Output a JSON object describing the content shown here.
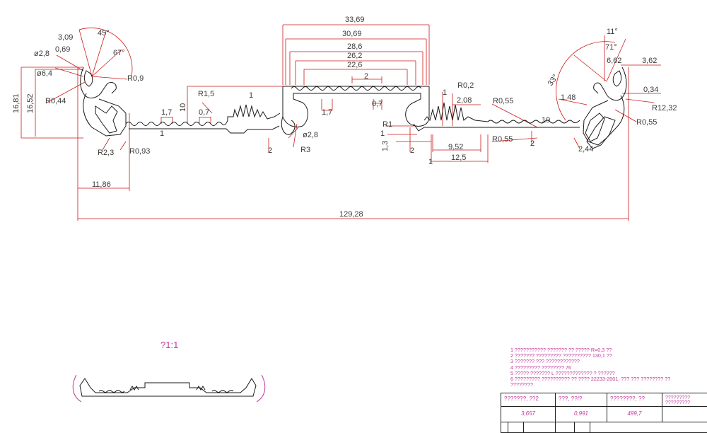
{
  "dimensions": {
    "d33_69": "33,69",
    "d30_69": "30,69",
    "d28_6": "28,6",
    "d26_2": "26,2",
    "d22_6": "22,6",
    "d2_top": "2",
    "d3_09": "3,09",
    "d45": "45°",
    "d0_69": "0,69",
    "d2_8_top": "ø2,8",
    "d67": "67°",
    "d6_4": "ø6,4",
    "dR0_9": "R0,9",
    "d16_81": "16,81",
    "d16_52": "16,52",
    "dR0_44": "R0,44",
    "dR1_5": "R1,5",
    "d1_a": "1",
    "d1_7_a": "1,7",
    "d10": "10",
    "d0_7_a": "0,7",
    "d1_b": "1",
    "d1_7_b": "1,7",
    "d0_7_b": "0,7",
    "d2_8_mid": "ø2,8",
    "d2_left": "2",
    "dR3": "R3",
    "dR2_3": "R2,3",
    "dR0_93": "R0,93",
    "d11_86": "11,86",
    "d129_28": "129,28",
    "dR0_2": "R0,2",
    "d2_08": "2,08",
    "d1_c": "1",
    "dR1": "R1",
    "d1_3": "1,3",
    "d1_d": "1",
    "d2_mid": "2",
    "d9_52": "9,52",
    "d12_5": "12,5",
    "d1_e": "1",
    "dR0_55_a": "R0,55",
    "dR0_55_b": "R0,55",
    "d19": "19",
    "d2_right": "2",
    "d11": "11°",
    "d71": "71°",
    "d6_62": "6,62",
    "d3_62": "3,62",
    "d33": "33°",
    "d1_48": "1,48",
    "d0_34": "0,34",
    "dR12_32": "R12,32",
    "dR0_55_c": "R0,55",
    "d2_44": "2,44"
  },
  "scale_label": "?1:1",
  "notes": [
    "1  ???????????  ???????  ??  ?????  R=0,3  ??",
    "2  ???????  ?????????  ??????????  130,1  ??",
    "3  ???????  ???  ????????????",
    "4  ?????????  ????????  76",
    "5  ?????  ???????  L  ?????????????  ?  ??????",
    "6  ?????????  ??????????  ??  ????  22233-2001.  ???  ???  ????????  ??",
    "????????"
  ],
  "title_block": {
    "headers": [
      "???????, ??2",
      "???, ??/?",
      "????????, ??",
      "?????????\n?????????"
    ],
    "values": [
      "3,657",
      "0,991",
      "499,7",
      ""
    ]
  }
}
